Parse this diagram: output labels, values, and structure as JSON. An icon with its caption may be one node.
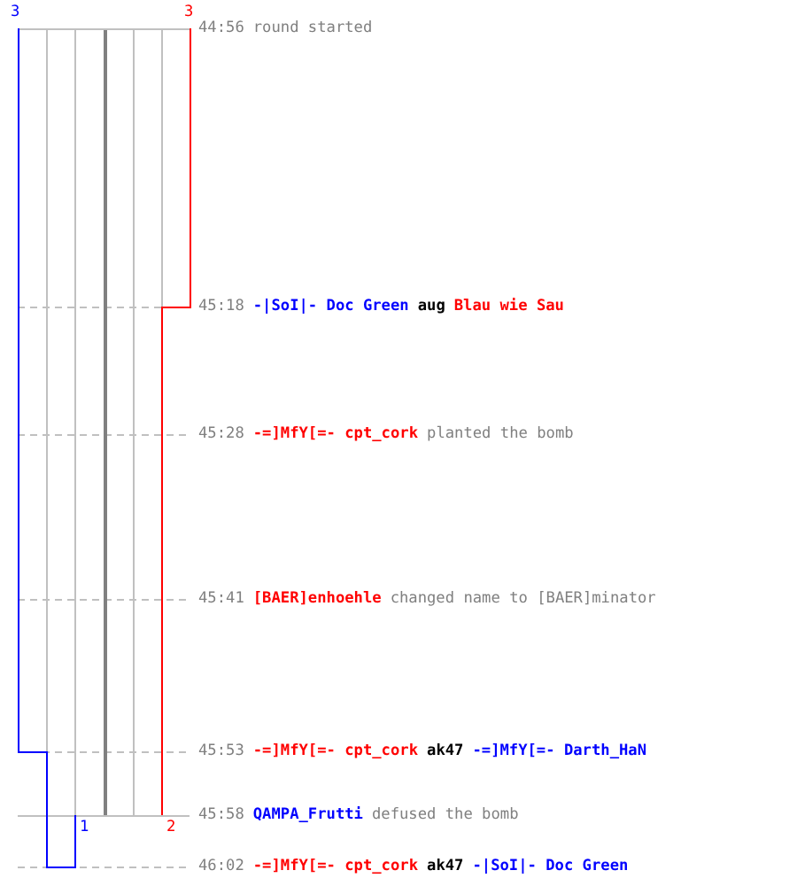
{
  "diagram": {
    "labels": [
      "3",
      "3",
      "44:56",
      "round started",
      "45:18",
      "-|SoI|- Doc Green",
      "aug",
      "Blau wie Sau",
      "45:28",
      "-=]MfY[=- cpt_cork",
      "planted the bomb",
      "45:41",
      "[BAER]enhoehle",
      "changed name to [BAER]minator",
      "45:53",
      "-=]MfY[=- cpt_cork",
      "ak47",
      "-=]MfY[=- Darth_HaN",
      "1",
      "2",
      "45:58",
      "QAMPA_Frutti",
      "defused the bomb",
      "46:02",
      "-=]MfY[=- cpt_cork",
      "ak47",
      "-|SoI|- Doc Green"
    ]
  }
}
